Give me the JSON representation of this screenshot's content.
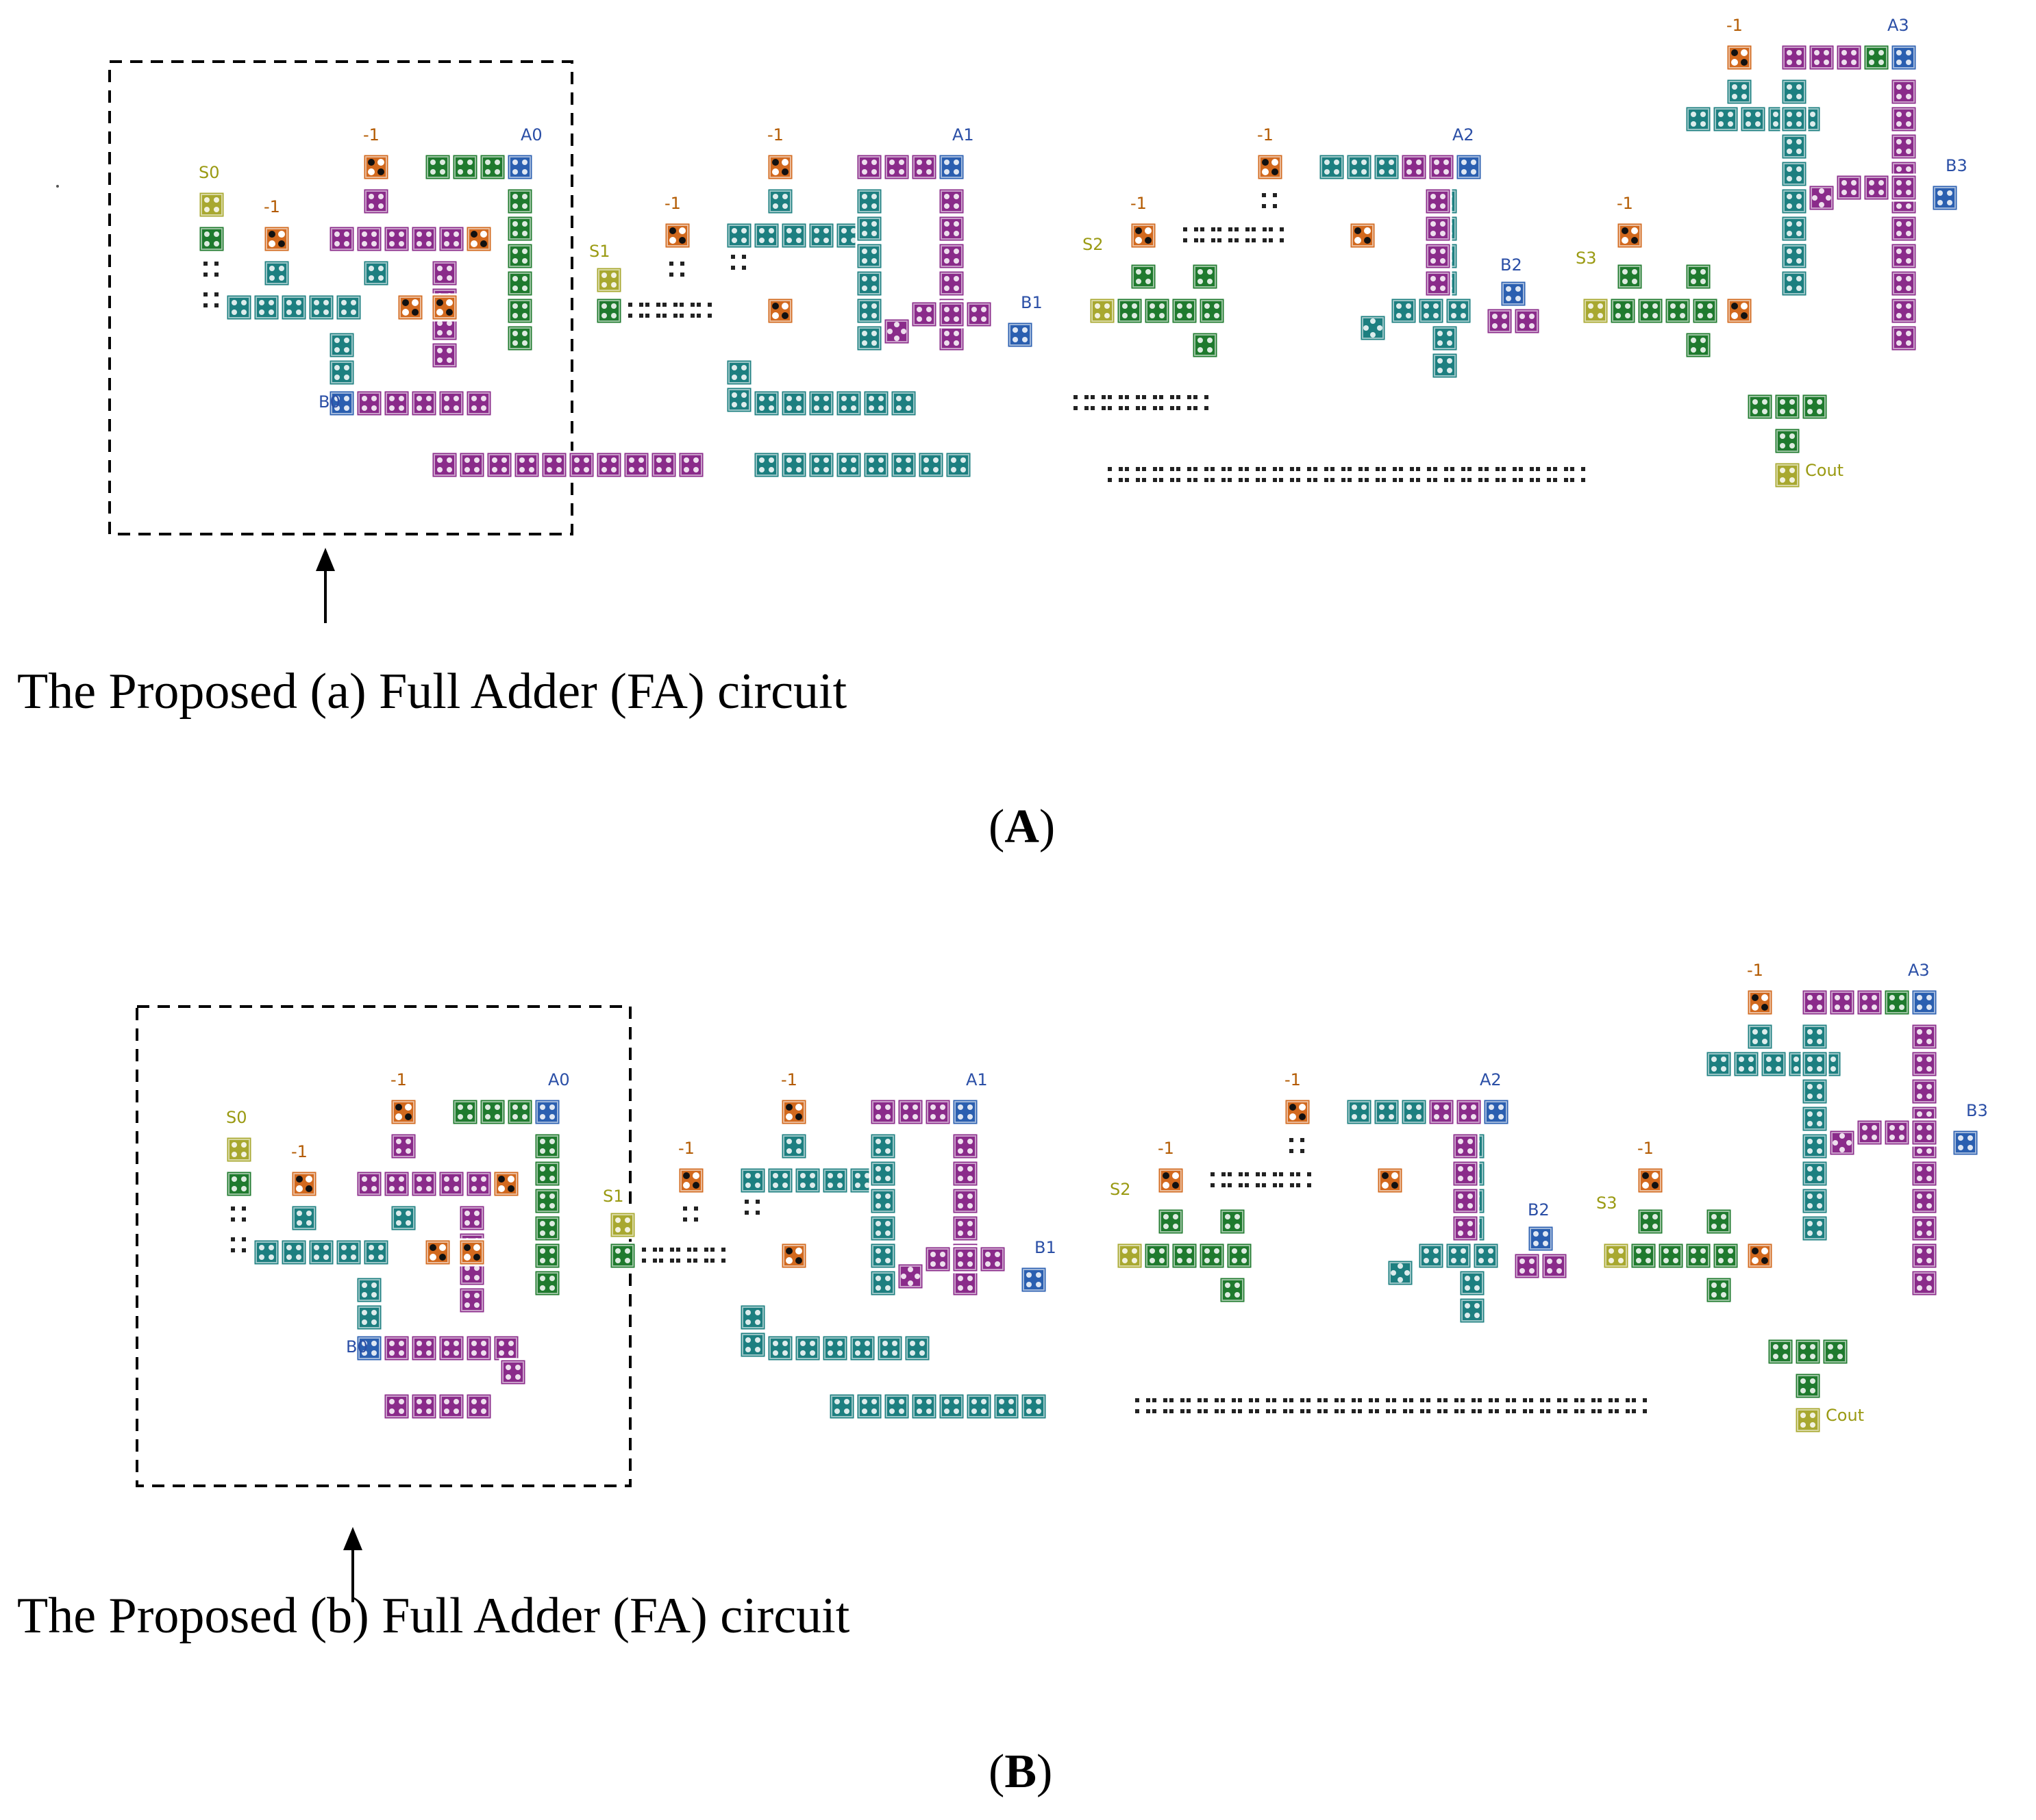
{
  "figure": {
    "panels": [
      {
        "id": "A",
        "label_open": "(",
        "label": "A",
        "label_close": ")",
        "caption": "The Proposed (a) Full Adder (FA) circuit",
        "stage_labels": [
          {
            "text": "S0",
            "color": "#9a9a12"
          },
          {
            "text": "B0",
            "color": "#2b4fa6"
          },
          {
            "text": "A0",
            "color": "#2b4fa6"
          },
          {
            "text": "S1",
            "color": "#9a9a12"
          },
          {
            "text": "A1",
            "color": "#2b4fa6"
          },
          {
            "text": "B1",
            "color": "#2b4fa6"
          },
          {
            "text": "S2",
            "color": "#9a9a12"
          },
          {
            "text": "A2",
            "color": "#2b4fa6"
          },
          {
            "text": "B2",
            "color": "#2b4fa6"
          },
          {
            "text": "S3",
            "color": "#9a9a12"
          },
          {
            "text": "A3",
            "color": "#2b4fa6"
          },
          {
            "text": "B3",
            "color": "#2b4fa6"
          },
          {
            "text": "Cout",
            "color": "#9a9a12"
          }
        ],
        "fixed_label": "-1"
      },
      {
        "id": "B",
        "label_open": "(",
        "label": "B",
        "label_close": ")",
        "caption": "The Proposed (b) Full Adder (FA) circuit",
        "stage_labels": [
          {
            "text": "S0",
            "color": "#9a9a12"
          },
          {
            "text": "B0",
            "color": "#2b4fa6"
          },
          {
            "text": "A0",
            "color": "#2b4fa6"
          },
          {
            "text": "S1",
            "color": "#9a9a12"
          },
          {
            "text": "A1",
            "color": "#2b4fa6"
          },
          {
            "text": "B1",
            "color": "#2b4fa6"
          },
          {
            "text": "S2",
            "color": "#9a9a12"
          },
          {
            "text": "A2",
            "color": "#2b4fa6"
          },
          {
            "text": "B2",
            "color": "#2b4fa6"
          },
          {
            "text": "S3",
            "color": "#9a9a12"
          },
          {
            "text": "A3",
            "color": "#2b4fa6"
          },
          {
            "text": "B3",
            "color": "#2b4fa6"
          },
          {
            "text": "Cout",
            "color": "#9a9a12"
          }
        ],
        "fixed_label": "-1"
      }
    ],
    "cell_colors": {
      "clock0": "#1f7a2e",
      "clock1": "#8a2b8a",
      "clock2": "#1d7f80",
      "clock3": "#c8c8c8",
      "fixed": "#d2691e",
      "input": "#2b5fb0",
      "output": "#a8a830"
    }
  }
}
